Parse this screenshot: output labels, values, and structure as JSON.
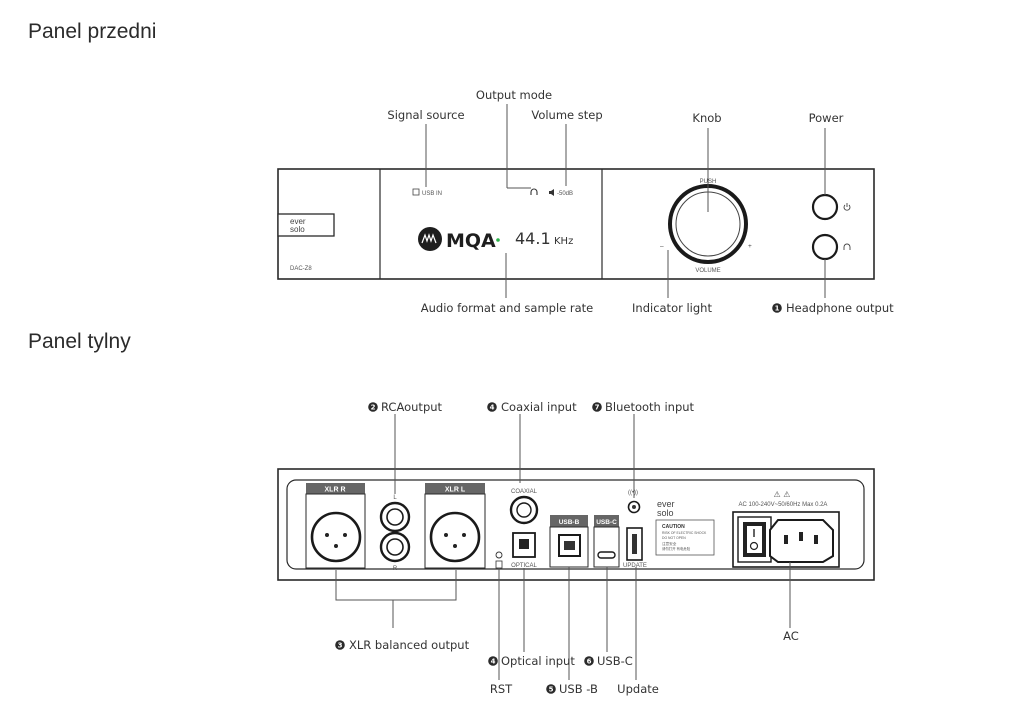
{
  "sections": {
    "front_title": "Panel przedni",
    "rear_title": "Panel tylny"
  },
  "front": {
    "device": {
      "logo_top": "ever",
      "logo_bottom": "solo",
      "model": "DAC-Z8",
      "display_source": "USB IN",
      "display_volume": "-50dB",
      "display_format": "MQA",
      "display_rate": "44.1",
      "display_unit": "KHz",
      "knob_top": "PUSH",
      "knob_bottom": "VOLUME",
      "knob_minus": "–",
      "knob_plus": "+"
    },
    "labels": {
      "signal_source": "Signal source",
      "output_mode": "Output mode",
      "volume_step": "Volume step",
      "knob": "Knob",
      "power": "Power",
      "audio_format": "Audio format and sample rate",
      "indicator_light": "Indicator light",
      "headphone_output": "Headphone output"
    },
    "badges": {
      "headphone_output": "1"
    }
  },
  "rear": {
    "device": {
      "xlr_r": "XLR R",
      "xlr_l": "XLR L",
      "rca_l": "L",
      "rca_r": "R",
      "coaxial": "COAXIAL",
      "optical": "OPTICAL",
      "usb_b": "USB-B",
      "usb_c": "USB-C",
      "update": "UPDATE",
      "logo_top": "ever",
      "logo_bottom": "solo",
      "caution_title": "CAUTION",
      "caution_line1": "RISK OF ELECTRIC SHOCK",
      "caution_line2": "DO NOT OPEN",
      "caution_line3": "注意安全",
      "caution_line4": "请勿打开 有电危险",
      "ac_spec": "AC 100-240V~50/60Hz Max 0.2A",
      "warning_symbols": "⚠ ⚠"
    },
    "labels": {
      "rca_output": "RCAoutput",
      "coaxial_input": "Coaxial input",
      "bluetooth_input": "Bluetooth input",
      "xlr_balanced": "XLR balanced output",
      "optical_input": "Optical  input",
      "usb_c": "USB-C",
      "ac": "AC",
      "rst": "RST",
      "usb_b": "USB -B",
      "update": "Update"
    },
    "badges": {
      "rca_output": "2",
      "coaxial_input": "4",
      "bluetooth_input": "7",
      "xlr_balanced": "3",
      "optical_input": "4",
      "usb_c": "6",
      "usb_b": "5"
    }
  }
}
